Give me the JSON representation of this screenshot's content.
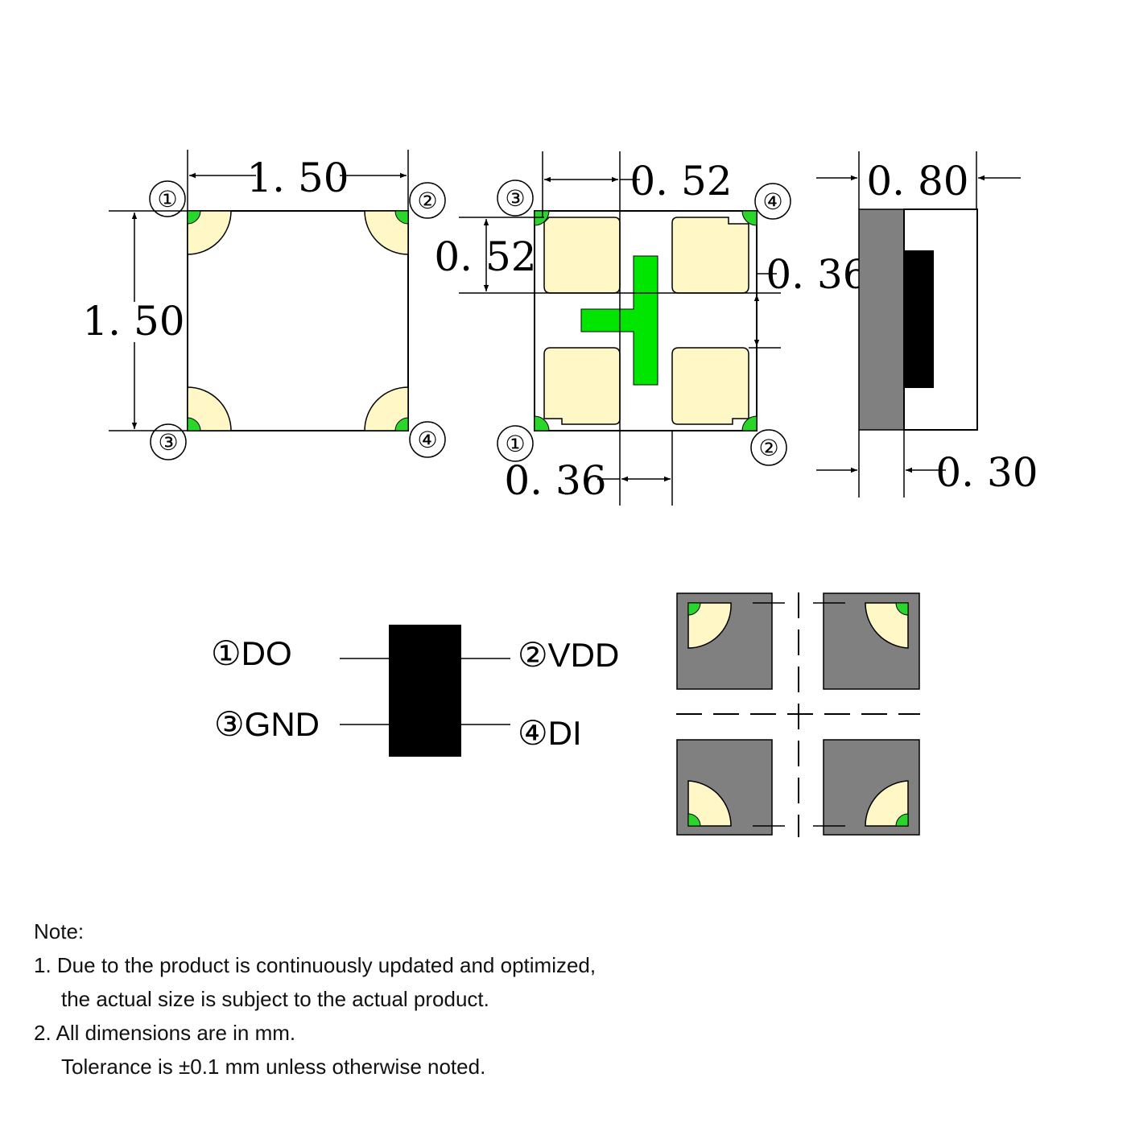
{
  "colors": {
    "pad": "#fff8c6",
    "marker": "#29d629",
    "body_gray": "#808080",
    "chip": "#000000"
  },
  "top_view": {
    "width_label": "1. 50",
    "height_label": "1. 50",
    "pins": [
      "①",
      "②",
      "③",
      "④"
    ]
  },
  "bottom_view": {
    "pad_width_label": "0. 52",
    "pad_height_label": "0. 52",
    "gap_v_label": "0. 36",
    "gap_h_label": "0. 36",
    "pins": [
      "③",
      "④",
      "①",
      "②"
    ]
  },
  "side_view": {
    "thickness_label": "0. 80",
    "lens_label": "0. 30"
  },
  "pinout": {
    "pin1": "①DO",
    "pin2": "②VDD",
    "pin3": "③GND",
    "pin4": "④DI"
  },
  "notes": {
    "heading": "Note:",
    "n1_line1": "1. Due to the product is continuously updated and optimized,",
    "n1_line2": "the actual size is subject to the actual product.",
    "n2_line1": "2. All dimensions are in mm.",
    "n2_line2": "Tolerance is ±0.1 mm unless otherwise noted."
  }
}
